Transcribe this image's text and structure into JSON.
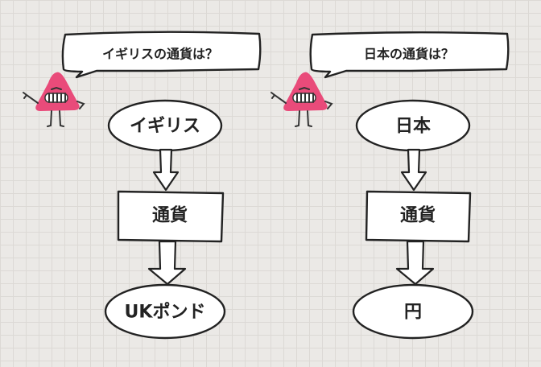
{
  "colors": {
    "background": "#ebe9e6",
    "grid": "#dcd9d5",
    "stroke": "#222222",
    "fill": "#ffffff",
    "mascot": "#e94b7a"
  },
  "icons": {
    "mascot": "triangle-mascot-icon"
  },
  "panels": [
    {
      "question": "イギリスの通貨は？",
      "nodes": {
        "top": "イギリス",
        "middle": "通貨",
        "bottom": "UKポンド"
      }
    },
    {
      "question": "日本の通貨は？",
      "nodes": {
        "top": "日本",
        "middle": "通貨",
        "bottom": "円"
      }
    }
  ]
}
